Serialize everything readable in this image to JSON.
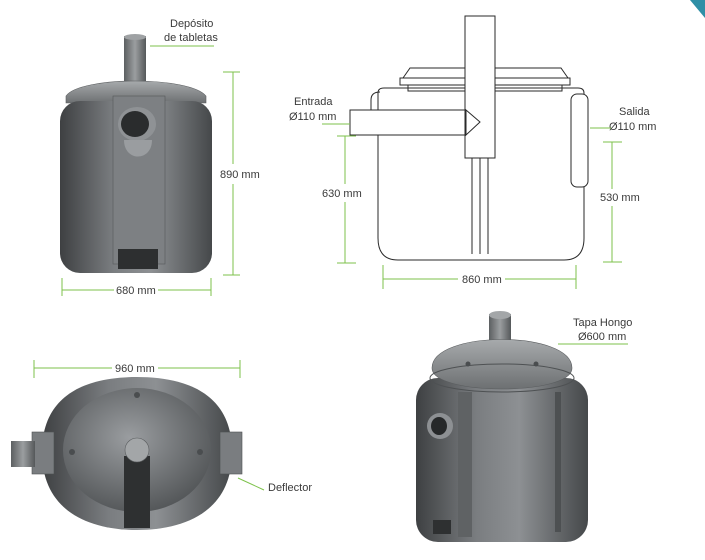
{
  "labels": {
    "deposito_line1": "Depósito",
    "deposito_line2": "de tabletas",
    "height_890": "890 mm",
    "width_680": "680 mm",
    "entrada_line1": "Entrada",
    "entrada_line2": "Ø110 mm",
    "salida_line1": "Salida",
    "salida_line2": "Ø110 mm",
    "height_630": "630 mm",
    "height_530": "530 mm",
    "width_860": "860 mm",
    "width_960": "960 mm",
    "deflector": "Deflector",
    "tapa_line1": "Tapa Hongo",
    "tapa_line2": "Ø600 mm"
  },
  "colors": {
    "dimension_line": "#7dc24b",
    "tank_body": "#6b6e70",
    "tank_dark": "#3d3f41",
    "lid": "#8a8d8f",
    "outline": "#2a2a2a",
    "corner_accent": "#2f8fa6"
  }
}
